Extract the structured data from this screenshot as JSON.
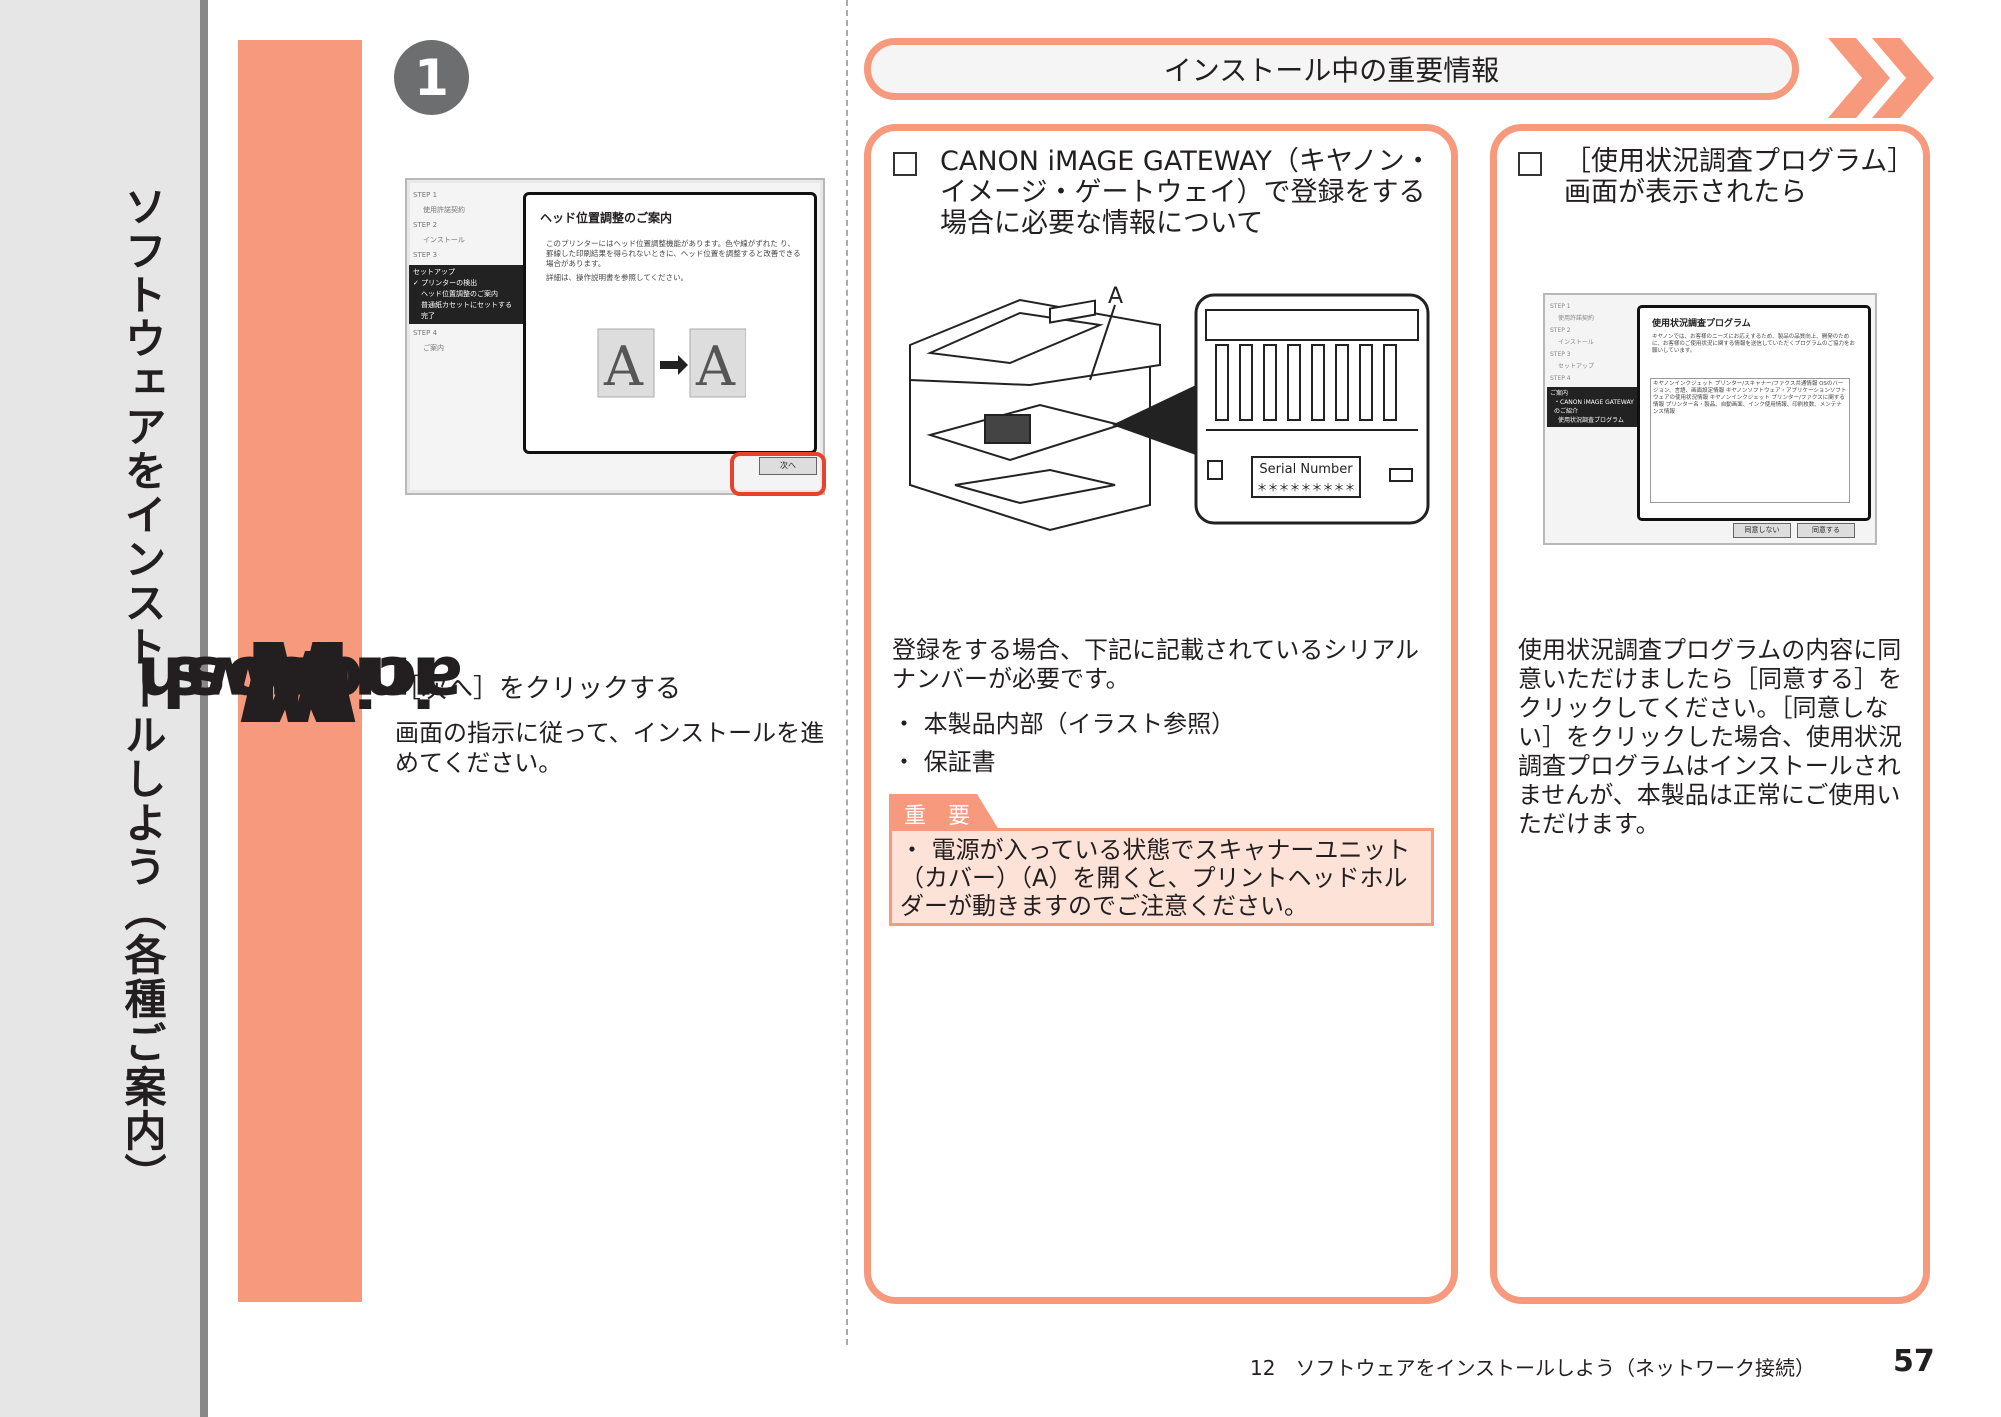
{
  "sidebar": {
    "title": "ソフトウェアをインストールしよう（各種ご案内）"
  },
  "os_bar": {
    "windows_initial": "W",
    "windows_rest": "indows",
    "separator": " / ",
    "mac_initial": "M",
    "mac_rest": "acintosh"
  },
  "step1": {
    "number": "1",
    "screenshot": {
      "steps": [
        "STEP 1",
        "使用許諾契約",
        "STEP 2",
        "インストール",
        "STEP 3"
      ],
      "selected_steps": [
        "セットアップ",
        "✓ プリンターの検出",
        "ヘッド位置調整のご案内",
        "普通紙カセットにセットする",
        "完了"
      ],
      "steps_after": [
        "STEP 4",
        "ご案内"
      ],
      "window_title": "ヘッド位置調整のご案内",
      "window_text": "このプリンターにはヘッド位置調整機能があります。色や線がずれた り、罫線した印刷結果を得られないときに、ヘッド位置を調整すると改善できる場合があります。",
      "window_text2": "詳細は、操作説明書を参照してください。",
      "next_button": "次へ"
    },
    "heading": "［次へ］をクリックする",
    "body": "画面の指示に従って、インストールを進めてください。"
  },
  "header": {
    "title": "インストール中の重要情報"
  },
  "panel_mid": {
    "title": "CANON iMAGE GATEWAY（キヤノン・イメージ・ゲートウェイ）で登録をする場合に必要な情報について",
    "callout": "A",
    "serial_label": "Serial Number",
    "serial_mask": "＊＊＊＊＊＊＊＊＊",
    "body": "登録をする場合、下記に記載されているシリアルナンバーが必要です。",
    "bullets": [
      "・ 本製品内部（イラスト参照）",
      "・ 保証書"
    ],
    "important_label": "重　要",
    "important_text": "・ 電源が入っている状態でスキャナーユニット（カバー）（A）を開くと、プリントヘッドホルダーが動きますのでご注意ください。"
  },
  "panel_right": {
    "title": "［使用状況調査プログラム］画面が表示されたら",
    "screenshot": {
      "steps": [
        "STEP 1",
        "使用許諾契約",
        "STEP 2",
        "インストール",
        "STEP 3",
        "セットアップ",
        "STEP 4"
      ],
      "selected_steps": [
        "ご案内",
        "・CANON iMAGE GATEWAY のご紹介",
        "使用状況調査プログラム"
      ],
      "window_title": "使用状況調査プログラム",
      "window_text": "キヤノンでは、お客様のニーズにお応えするため、製品の品質向上、開発のために、お客様のご使用状況に関する情報を送信していただくプログラムのご協力をお願いしています。",
      "list_text": "キヤノンインクジェット プリンター/スキャナー/ファクス共通情報 OSのバージョン、言語、画面設定情報 キヤノンソフトウェア・アプリケーションソフトウェアの使用状況情報 キヤノンインクジェット プリンター/ファクスに関する情報 プリンター名・製品、自動画面、インク使用情報、印刷枚数、メンテナンス情報",
      "decline_button": "同意しない",
      "agree_button": "同意する"
    },
    "body": "使用状況調査プログラムの内容に同意いただけましたら［同意する］をクリックしてください。［同意しない］をクリックした場合、使用状況調査プログラムはインストールされませんが、本製品は正常にご使用いただけます。"
  },
  "footer": {
    "section": "12　ソフトウェアをインストールしよう（ネットワーク接続）",
    "page": "57"
  },
  "colors": {
    "accent": "#f6997c",
    "important_bg": "#fde2d7",
    "highlight": "#e8412c",
    "sideband": "#e6e6e6"
  }
}
